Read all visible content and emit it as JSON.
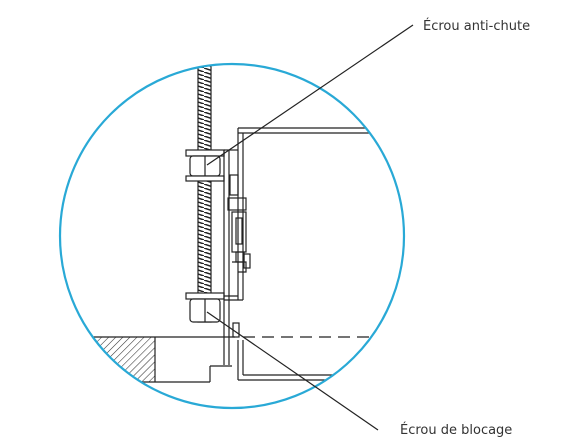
{
  "diagram": {
    "callouts": [
      {
        "id": "anti-fall-nut",
        "label": "Écrou anti-chute"
      },
      {
        "id": "lock-nut",
        "label": "Écrou de blocage"
      }
    ],
    "colors": {
      "detail_circle": "#29a9d6",
      "line_art": "#222222",
      "hatch": "#333333",
      "background": "#ffffff"
    }
  }
}
